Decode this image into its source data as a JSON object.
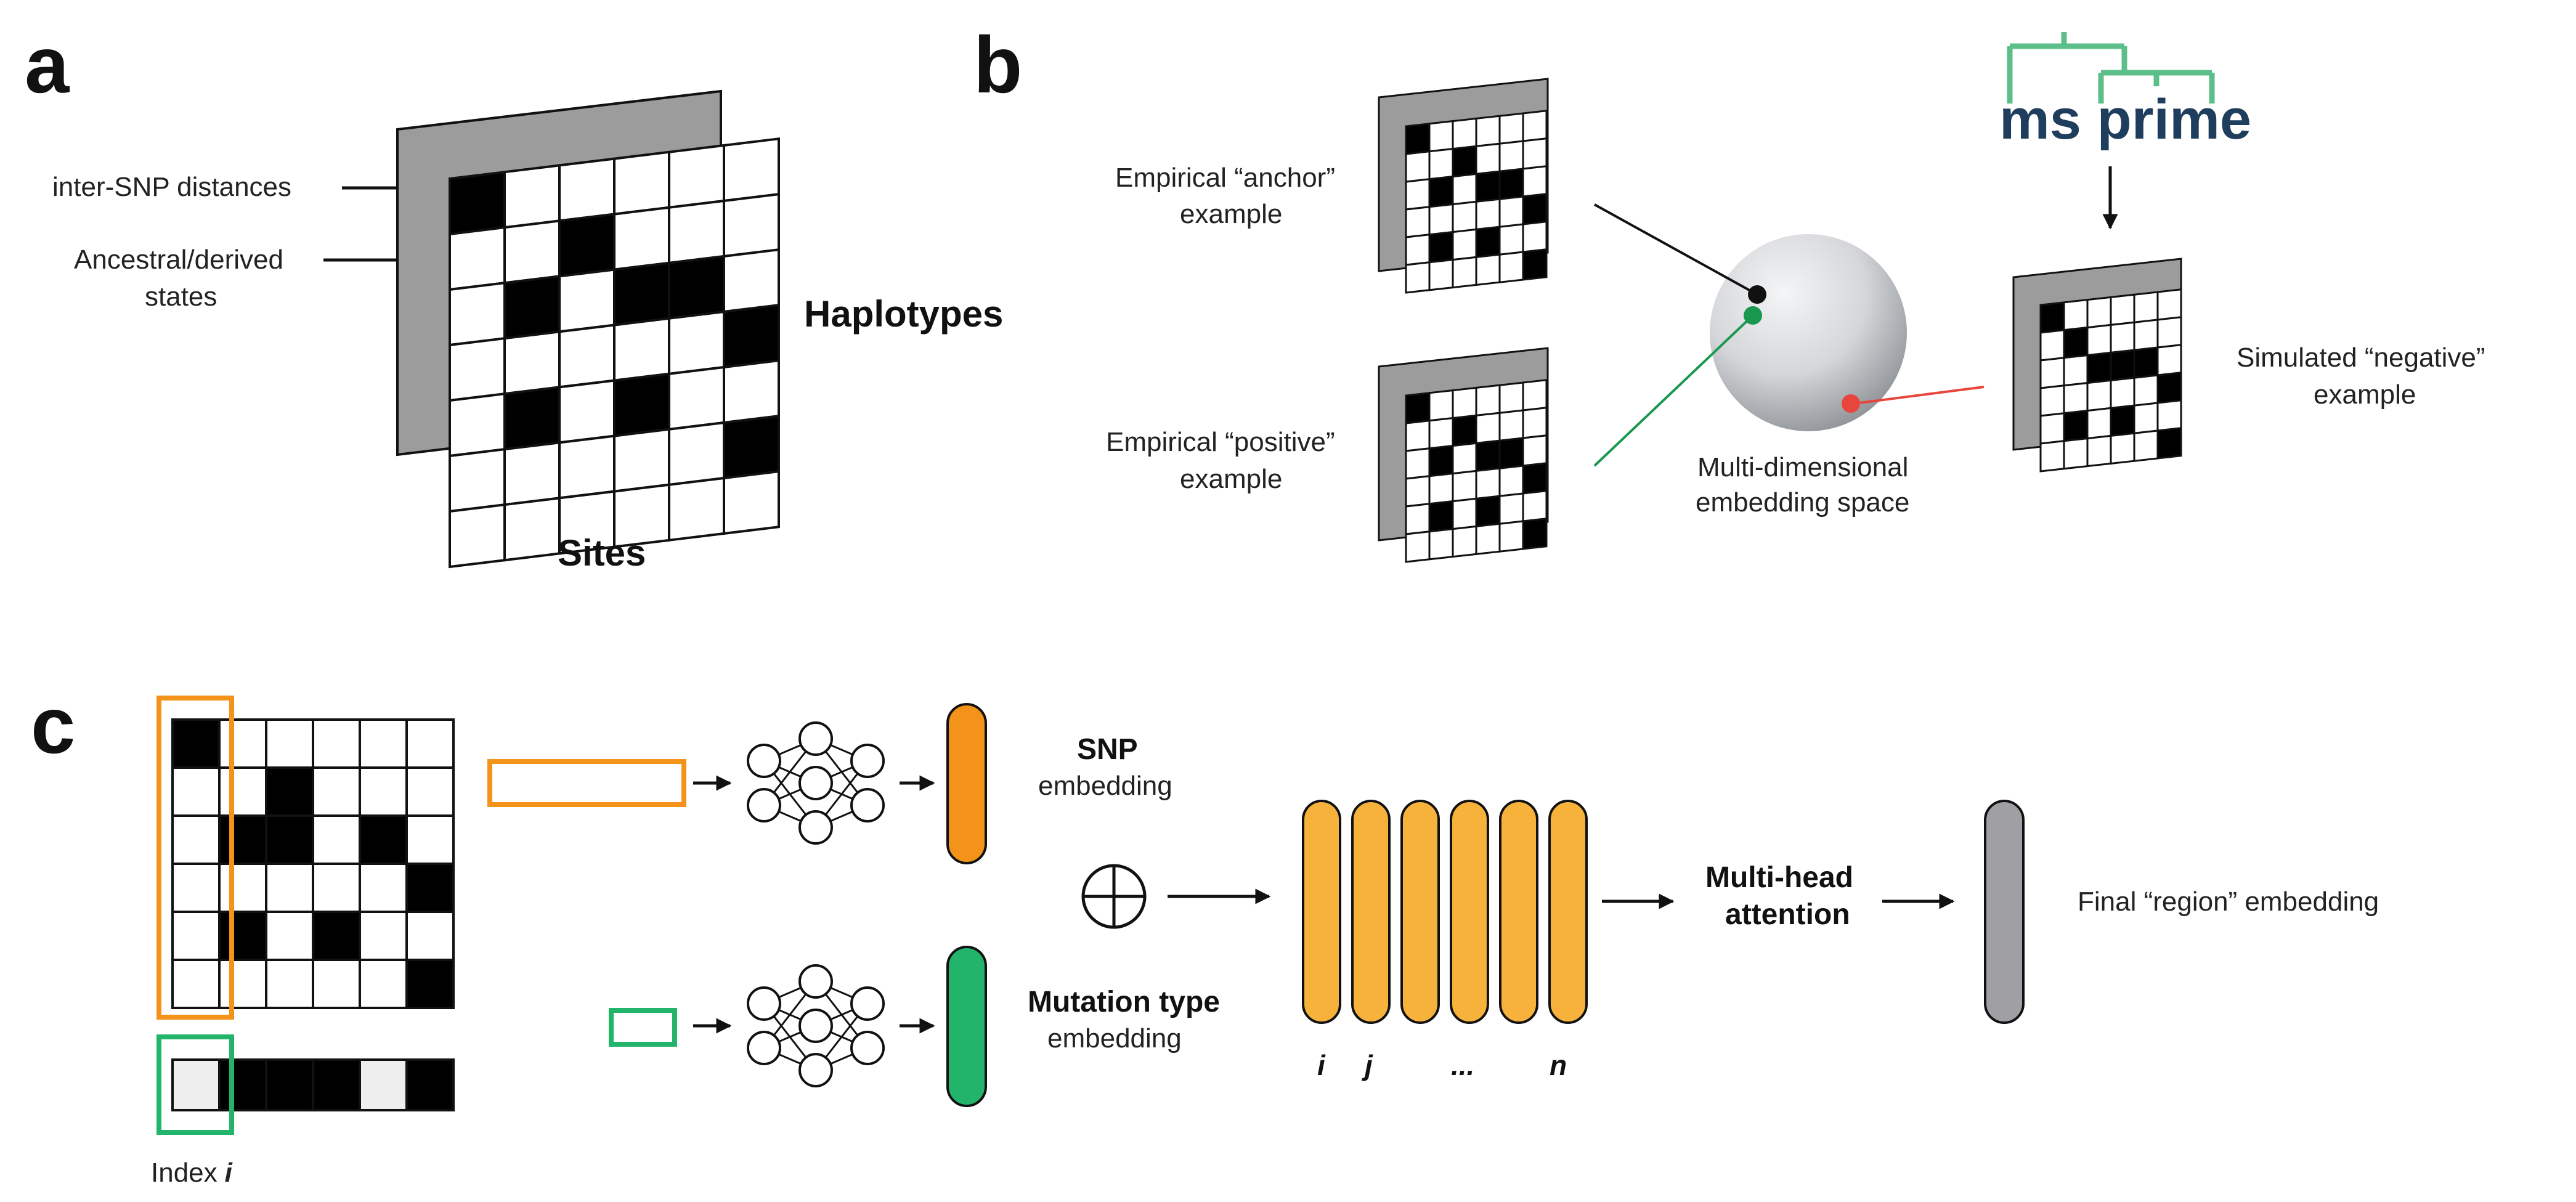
{
  "panels": {
    "a": {
      "letter": "a",
      "left_labels": [
        "inter-SNP distances",
        "Ancestral/derived",
        "states"
      ],
      "right_label": "Haplotypes",
      "bottom_label": "Sites",
      "grid": [
        [
          1,
          0,
          0,
          0,
          0,
          0
        ],
        [
          0,
          0,
          1,
          0,
          0,
          0
        ],
        [
          0,
          1,
          0,
          1,
          1,
          0
        ],
        [
          0,
          0,
          0,
          0,
          0,
          1
        ],
        [
          0,
          1,
          0,
          1,
          0,
          0
        ],
        [
          0,
          0,
          0,
          0,
          0,
          1
        ],
        [
          0,
          0,
          0,
          0,
          0,
          0
        ]
      ]
    },
    "b": {
      "letter": "b",
      "anchor_label": [
        "Empirical “anchor”",
        "example"
      ],
      "positive_label": [
        "Empirical “positive”",
        "example"
      ],
      "negative_label": [
        "Simulated “negative”",
        "example"
      ],
      "space_label": [
        "Multi-dimensional",
        "embedding space"
      ],
      "logo_text": "ms prime",
      "colors": {
        "anchor": "#111111",
        "positive": "#1a9850",
        "negative": "#e8453c",
        "logo_tree": "#5cbf8a",
        "logo_text": "#1f3d5c"
      },
      "grid_anchor": [
        [
          1,
          0,
          0,
          0,
          0,
          0
        ],
        [
          0,
          0,
          1,
          0,
          0,
          0
        ],
        [
          0,
          1,
          0,
          1,
          1,
          0
        ],
        [
          0,
          0,
          0,
          0,
          0,
          1
        ],
        [
          0,
          1,
          0,
          1,
          0,
          0
        ],
        [
          0,
          0,
          0,
          0,
          0,
          1
        ]
      ],
      "grid_positive": [
        [
          1,
          0,
          0,
          0,
          0,
          0
        ],
        [
          0,
          0,
          1,
          0,
          0,
          0
        ],
        [
          0,
          1,
          0,
          1,
          1,
          0
        ],
        [
          0,
          0,
          0,
          0,
          0,
          1
        ],
        [
          0,
          1,
          0,
          1,
          0,
          0
        ],
        [
          0,
          0,
          0,
          0,
          0,
          1
        ]
      ],
      "grid_negative": [
        [
          1,
          0,
          0,
          0,
          0,
          0
        ],
        [
          0,
          1,
          0,
          0,
          0,
          0
        ],
        [
          0,
          0,
          1,
          1,
          1,
          0
        ],
        [
          0,
          0,
          0,
          0,
          0,
          1
        ],
        [
          0,
          1,
          0,
          1,
          0,
          0
        ],
        [
          0,
          0,
          0,
          0,
          0,
          1
        ]
      ]
    },
    "c": {
      "letter": "c",
      "snp_label": {
        "bold": "SNP",
        "normal": "embedding"
      },
      "mutation_label": {
        "bold": "Mutation type",
        "normal": "embedding"
      },
      "attention_label": [
        "Multi-head",
        "attention"
      ],
      "final_label": "Final “region” embedding",
      "index_label": {
        "prefix": "Index",
        "var": "i"
      },
      "token_labels": [
        "i",
        "j",
        "...",
        "n"
      ],
      "colors": {
        "snp": "#f39319",
        "mutation": "#22b46a",
        "token": "#f7b23b",
        "final": "#a0a0a4"
      },
      "grid": [
        [
          1,
          0,
          0,
          0,
          0,
          0
        ],
        [
          0,
          0,
          1,
          0,
          0,
          0
        ],
        [
          0,
          1,
          1,
          0,
          1,
          0
        ],
        [
          0,
          0,
          0,
          0,
          0,
          1
        ],
        [
          0,
          1,
          0,
          1,
          0,
          0
        ],
        [
          0,
          0,
          0,
          0,
          0,
          1
        ]
      ],
      "index_row": [
        0,
        1,
        1,
        1,
        0,
        1
      ]
    }
  }
}
